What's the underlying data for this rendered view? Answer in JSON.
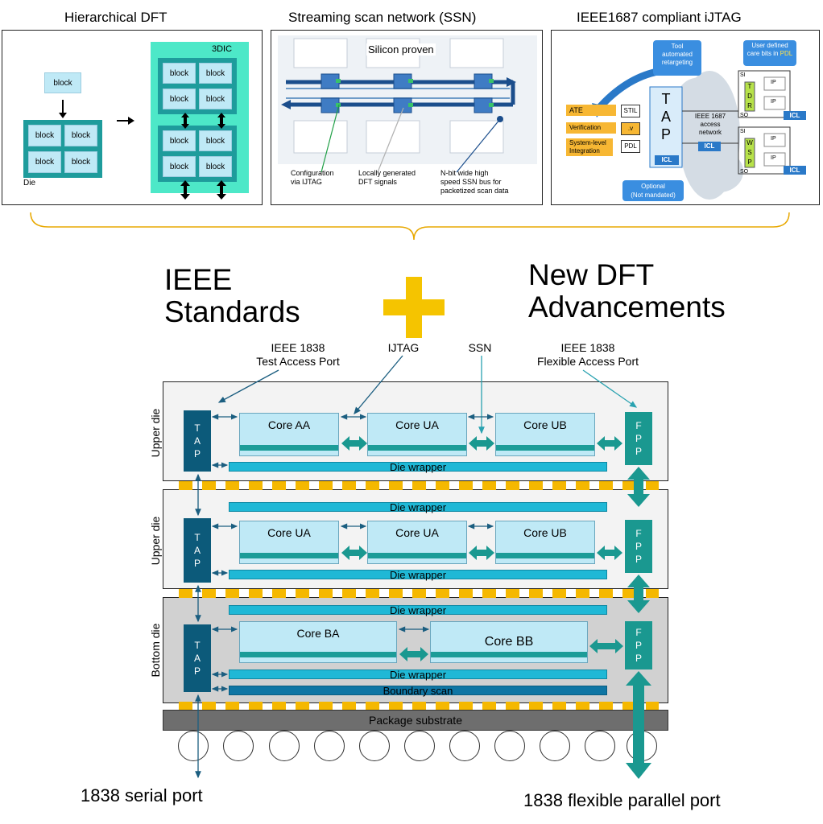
{
  "panel1": {
    "title": "Hierarchical DFT",
    "block": "block",
    "die_label": "Die",
    "label_3dic": "3DIC"
  },
  "panel2": {
    "title": "Streaming scan network (SSN)",
    "silicon": "Silicon proven",
    "cap1": [
      "Configuration",
      "via IJTAG"
    ],
    "cap2": [
      "Locally generated",
      "DFT signals"
    ],
    "cap3": [
      "N-bit wide high",
      "speed SSN bus for",
      "packetized scan data"
    ]
  },
  "panel3": {
    "title": "IEEE1687 compliant iJTAG",
    "tool": [
      "Tool",
      "automated",
      "retargeting"
    ],
    "user": [
      "User defined",
      "care bits in",
      "PDL"
    ],
    "ate": "ATE",
    "verification": "Verification",
    "sysint": [
      "System-level",
      "Integration"
    ],
    "stil": "STIL",
    "v": ".v",
    "pdl": "PDL",
    "tap": [
      "T",
      "A",
      "P"
    ],
    "icl": "ICL",
    "network": [
      "IEEE 1687",
      "access",
      "network"
    ],
    "optional": [
      "Optional",
      "(Not mandated)"
    ],
    "tdr": [
      "T",
      "D",
      "R"
    ],
    "wsp": [
      "W",
      "S",
      "P"
    ],
    "si": "SI",
    "so": "SO",
    "ip": "IP"
  },
  "headline_left": [
    "IEEE",
    "Standards"
  ],
  "headline_right": [
    "New DFT",
    "Advancements"
  ],
  "plus_color": "#f5c400",
  "top_labels": {
    "tap_port": [
      "IEEE 1838",
      "Test Access Port"
    ],
    "ijtag": "IJTAG",
    "ssn": "SSN",
    "fap": [
      "IEEE 1838",
      "Flexible Access Port"
    ]
  },
  "dies": {
    "upper1": {
      "label": "Upper die",
      "cores": [
        "Core AA",
        "Core UA",
        "Core UB"
      ],
      "wrapper": "Die wrapper"
    },
    "upper2": {
      "label": "Upper die",
      "cores": [
        "Core UA",
        "Core UA",
        "Core UB"
      ],
      "wrapper_top": "Die wrapper",
      "wrapper_bottom": "Die wrapper"
    },
    "bottom": {
      "label": "Bottom die",
      "cores": [
        "Core BA",
        "Core BB"
      ],
      "wrapper_top": "Die wrapper",
      "wrapper_bottom": "Die wrapper",
      "boundary": "Boundary scan"
    }
  },
  "tap_letters": [
    "T",
    "A",
    "P"
  ],
  "fpp_letters": [
    "F",
    "P",
    "P"
  ],
  "package": "Package substrate",
  "serial_port": "1838 serial port",
  "parallel_port": "1838 flexible parallel port"
}
